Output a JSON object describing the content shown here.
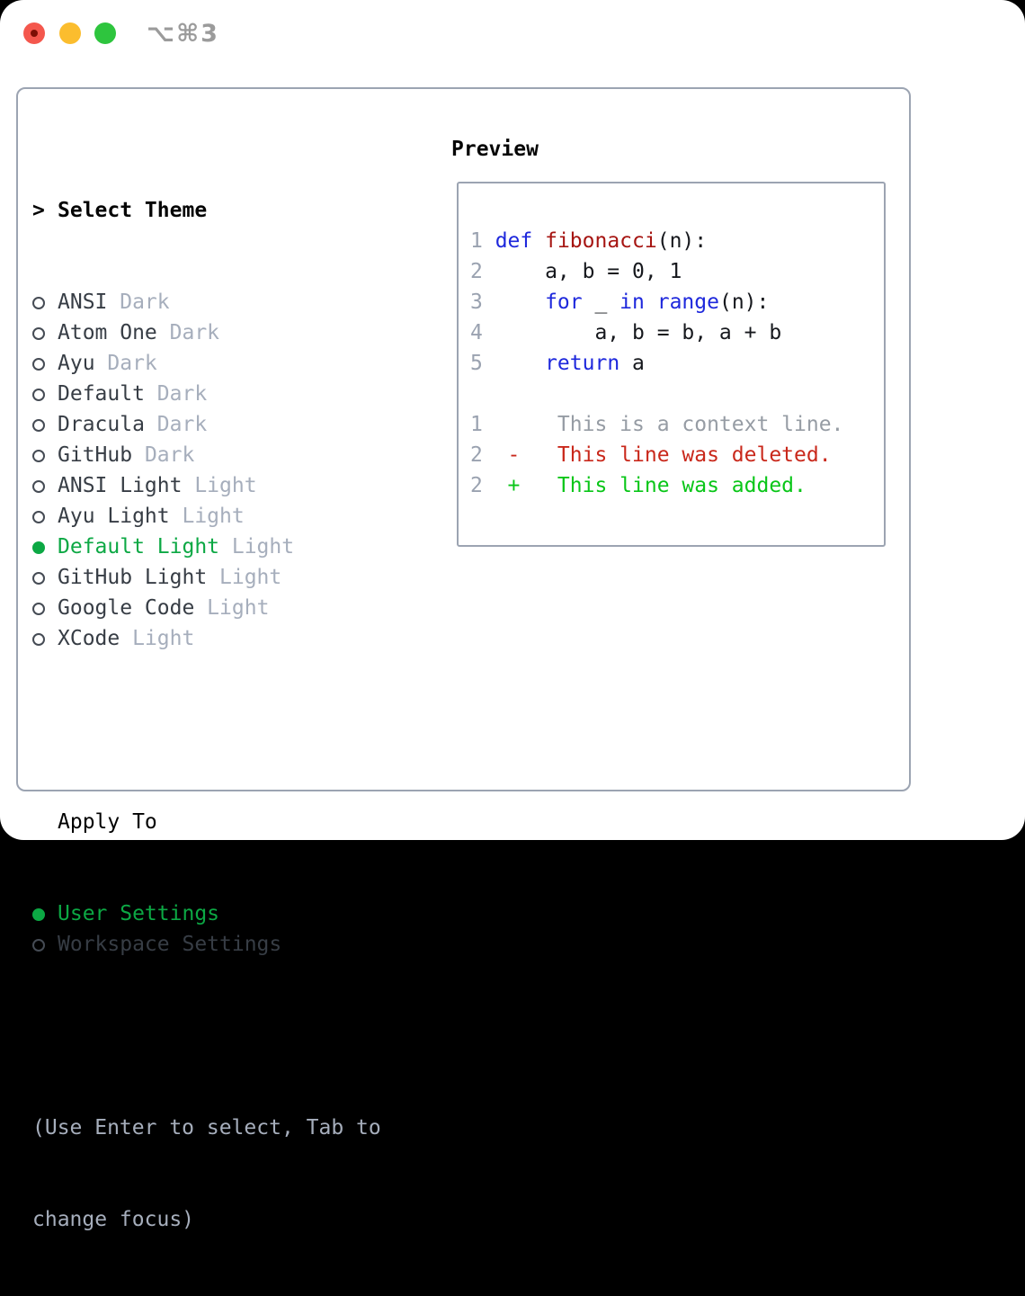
{
  "window": {
    "title": "⌥⌘3",
    "traffic_lights": [
      {
        "name": "close",
        "color": "#f4574d"
      },
      {
        "name": "minimize",
        "color": "#fbbd2e"
      },
      {
        "name": "zoom",
        "color": "#2ec53e"
      }
    ]
  },
  "theme_list": {
    "header_prefix": ">",
    "header_label": "Select Theme",
    "items": [
      {
        "name": "ANSI",
        "variant": "Dark",
        "selected": false
      },
      {
        "name": "Atom One",
        "variant": "Dark",
        "selected": false
      },
      {
        "name": "Ayu",
        "variant": "Dark",
        "selected": false
      },
      {
        "name": "Default",
        "variant": "Dark",
        "selected": false
      },
      {
        "name": "Dracula",
        "variant": "Dark",
        "selected": false
      },
      {
        "name": "GitHub",
        "variant": "Dark",
        "selected": false
      },
      {
        "name": "ANSI Light",
        "variant": "Light",
        "selected": false
      },
      {
        "name": "Ayu Light",
        "variant": "Light",
        "selected": false
      },
      {
        "name": "Default Light",
        "variant": "Light",
        "selected": true
      },
      {
        "name": "GitHub Light",
        "variant": "Light",
        "selected": false
      },
      {
        "name": "Google Code",
        "variant": "Light",
        "selected": false
      },
      {
        "name": "XCode",
        "variant": "Light",
        "selected": false
      }
    ]
  },
  "apply_to": {
    "header": "Apply To",
    "options": [
      {
        "label": "User Settings",
        "selected": true
      },
      {
        "label": "Workspace Settings",
        "selected": false
      }
    ]
  },
  "help": {
    "lines": [
      "(Use Enter to select, Tab to",
      "change focus)"
    ]
  },
  "preview": {
    "header": "Preview",
    "lines": [
      {
        "num": "1",
        "tokens": [
          [
            "def",
            "kw"
          ],
          [
            " ",
            "plain"
          ],
          [
            "fibonacci",
            "fn"
          ],
          [
            "(n):",
            "plain"
          ]
        ]
      },
      {
        "num": "2",
        "tokens": [
          [
            "    a, b = 0, 1",
            "plain"
          ]
        ]
      },
      {
        "num": "3",
        "tokens": [
          [
            "    ",
            "plain"
          ],
          [
            "for",
            "kw"
          ],
          [
            " _ ",
            "plain"
          ],
          [
            "in",
            "kw"
          ],
          [
            " ",
            "plain"
          ],
          [
            "range",
            "kw"
          ],
          [
            "(n):",
            "plain"
          ]
        ]
      },
      {
        "num": "4",
        "tokens": [
          [
            "        a, b = b, a + b",
            "plain"
          ]
        ]
      },
      {
        "num": "5",
        "tokens": [
          [
            "    ",
            "plain"
          ],
          [
            "return",
            "kw"
          ],
          [
            " a",
            "plain"
          ]
        ]
      },
      {
        "num": "",
        "tokens": []
      },
      {
        "num": "1",
        "tokens": [
          [
            "     This is a context line.",
            "context"
          ]
        ]
      },
      {
        "num": "2",
        "tokens": [
          [
            " -   This line was deleted.",
            "deleted"
          ]
        ]
      },
      {
        "num": "2",
        "tokens": [
          [
            " +   This line was added.",
            "added"
          ]
        ]
      }
    ]
  },
  "colors": {
    "selected_green": "#0ca844",
    "added_green": "#09c618",
    "deleted_red": "#c9281b",
    "context_gray": "#969ca4",
    "keyword_blue": "#1e28dc",
    "function_red": "#a61512",
    "muted_gray": "#a6aebc",
    "item_dark": "#373d45",
    "panel_border": "#9ca4b2",
    "title_gray": "#9b9b9b",
    "traffic_red": "#f4574d",
    "traffic_yellow": "#fbbd2e",
    "traffic_green": "#2ec53e"
  }
}
